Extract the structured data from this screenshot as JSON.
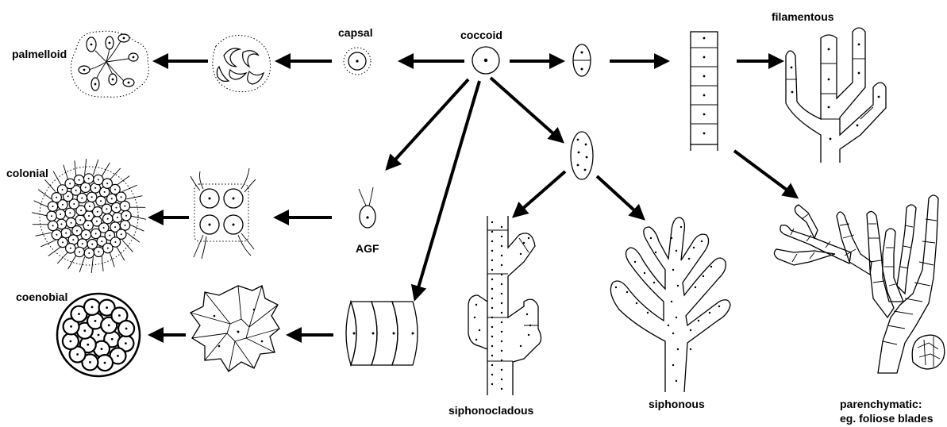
{
  "labels": {
    "palmelloid": "palmelloid",
    "capsal": "capsal",
    "coccoid": "coccoid",
    "filamentous": "filamentous",
    "colonial": "colonial",
    "agf": "AGF",
    "coenobial": "coenobial",
    "siphonocladous": "siphonocladous",
    "siphonous": "siphonous",
    "parenchymatic_line1": "parenchymatic:",
    "parenchymatic_line2": "eg. foliose blades"
  }
}
